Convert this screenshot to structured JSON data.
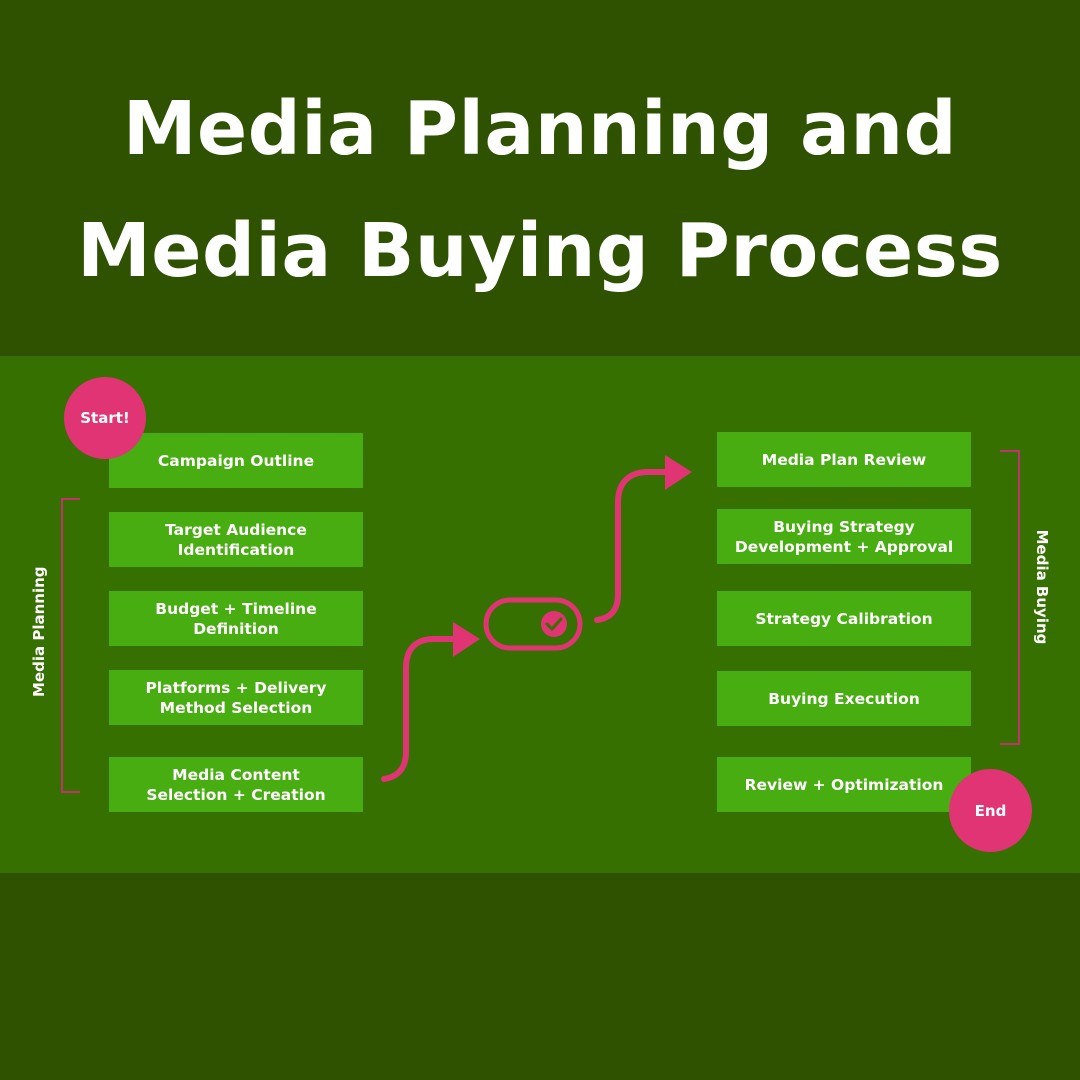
{
  "title": {
    "line1": "Media Planning and",
    "line2": "Media Buying Process"
  },
  "start_label": "Start!",
  "end_label": "End",
  "media_planning_label": "Media Planning",
  "media_buying_label": "Media Buying",
  "left_steps": [
    "Campaign Outline",
    "Target Audience\nIdentification",
    "Budget + Timeline\nDefinition",
    "Platforms + Delivery\nMethod Selection",
    "Media Content\nSelection + Creation"
  ],
  "right_steps": [
    "Media Plan Review",
    "Buying Strategy\nDevelopment + Approval",
    "Strategy Calibration",
    "Buying Execution",
    "Review + Optimization"
  ],
  "colors": {
    "background": "#2f5200",
    "panel": "#367000",
    "box": "#47ad10",
    "accent": "#e03474"
  },
  "icons": {
    "toggle": "toggle-check-icon"
  }
}
